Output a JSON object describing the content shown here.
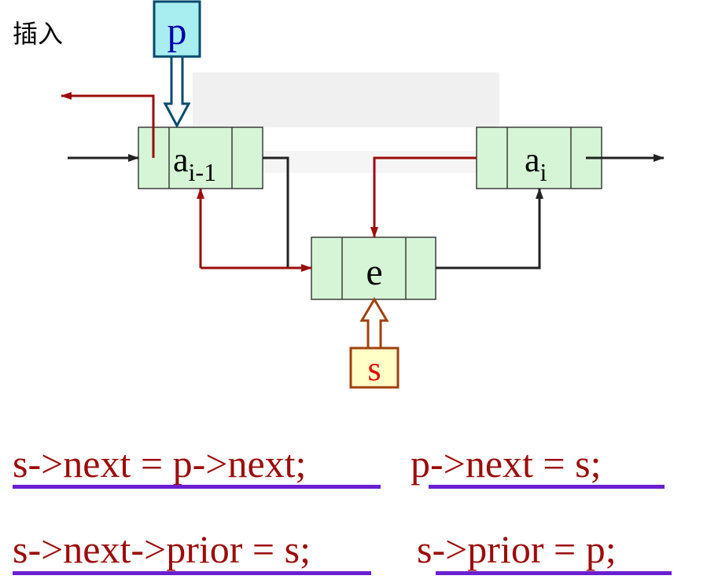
{
  "title": "插入",
  "pointers": {
    "p": "p",
    "s": "s"
  },
  "nodes": {
    "prev": {
      "base": "a",
      "sub": "i-1"
    },
    "new": {
      "label": "e"
    },
    "next": {
      "base": "a",
      "sub": "i"
    }
  },
  "code": {
    "line1_left": "s->next = p->next;",
    "line1_right": "p->next = s;",
    "line2_left": "s->next->prior = s;",
    "line2_right": "s->prior = p;"
  },
  "colors": {
    "node_fill": "#d6f5d6",
    "node_border": "#3b3b3b",
    "red_link": "#9b0c0c",
    "black_link": "#222222",
    "p_box_fill": "#a8eef0",
    "p_box_border": "#004a6e",
    "p_text": "#0000aa",
    "s_box_fill": "#ffffc8",
    "s_box_border": "#a0400a",
    "s_text": "#e00000",
    "code_text": "#9b0c0c",
    "underline": "#6a1fd0"
  }
}
